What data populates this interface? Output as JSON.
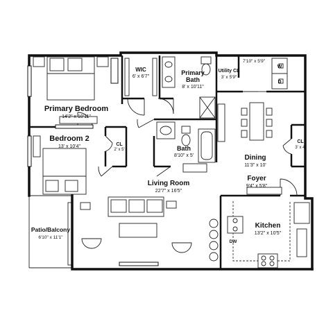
{
  "rooms": {
    "primary_bedroom": {
      "name": "Primary Bedroom",
      "size": "14'2\" x 10'11\""
    },
    "wic": {
      "name": "WIC",
      "size": "6' x 6'7\""
    },
    "primary_bath": {
      "name": "Primary Bath",
      "size": "8' x 10'11\""
    },
    "utility_cl": {
      "name": "Utility CL",
      "size": "3' x 5'9\""
    },
    "utility_upper_size": "7'10\" x 5'9\"",
    "bedroom2": {
      "name": "Bedroom 2",
      "size": "13' x 10'4\""
    },
    "closet_small": {
      "name": "CL",
      "size": "2' x 5'"
    },
    "bath": {
      "name": "Bath",
      "size": "8'10\" x 5'"
    },
    "dining": {
      "name": "Dining",
      "size": "11'3\" x 10'"
    },
    "closet_foyer": {
      "name": "CL",
      "size": "3' x 4'"
    },
    "foyer": {
      "name": "Foyer",
      "size": "9'4\" x 5'8\""
    },
    "living_room": {
      "name": "Living Room",
      "size": "22'7\" x 16'5\""
    },
    "patio": {
      "name": "Patio/Balcony",
      "size": "6'10\" x 11'1\""
    },
    "kitchen": {
      "name": "Kitchen",
      "size": "13'2\" x 10'5\""
    }
  },
  "appliances": {
    "washer": "W",
    "dryer": "D",
    "dishwasher": "DW"
  }
}
